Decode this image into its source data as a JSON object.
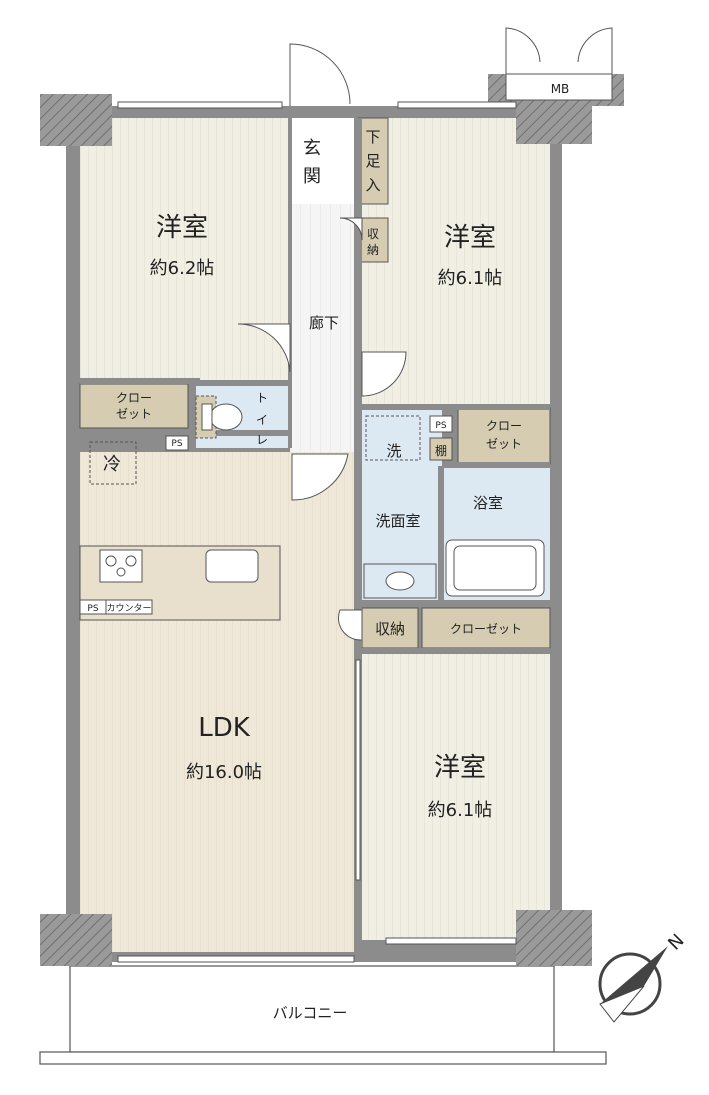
{
  "rooms": {
    "western_nw": {
      "name": "洋室",
      "area": "約6.2帖"
    },
    "western_ne": {
      "name": "洋室",
      "area": "約6.1帖"
    },
    "western_se": {
      "name": "洋室",
      "area": "約6.1帖"
    },
    "ldk": {
      "name": "LDK",
      "area": "約16.0帖"
    }
  },
  "labels": {
    "genkan": [
      "玄",
      "関"
    ],
    "geta": [
      "下",
      "足",
      "入"
    ],
    "shuno_v": [
      "収",
      "納"
    ],
    "rouka": "廊下",
    "closet_a": [
      "クロー",
      "ゼット"
    ],
    "closet_b": [
      "クロー",
      "ゼット"
    ],
    "closet_c": "クローゼット",
    "toilet": [
      "ト",
      "イ",
      "レ"
    ],
    "ps": "PS",
    "rei": "冷",
    "sen": "洗",
    "tana": "棚",
    "senmen": "洗面室",
    "yokushitsu": "浴室",
    "shuno_h": "収納",
    "counter": "カウンター",
    "mb": "MB",
    "balcony": "バルコニー",
    "north": "N"
  },
  "colors": {
    "wall": "#8c8c8c",
    "room_floor": "#f1efe4",
    "ldk_floor": "#efe8d8",
    "wet_area": "#dde9f2",
    "storage": "#d6ccb2",
    "hall": "#f3f3f3",
    "line": "#555555"
  }
}
